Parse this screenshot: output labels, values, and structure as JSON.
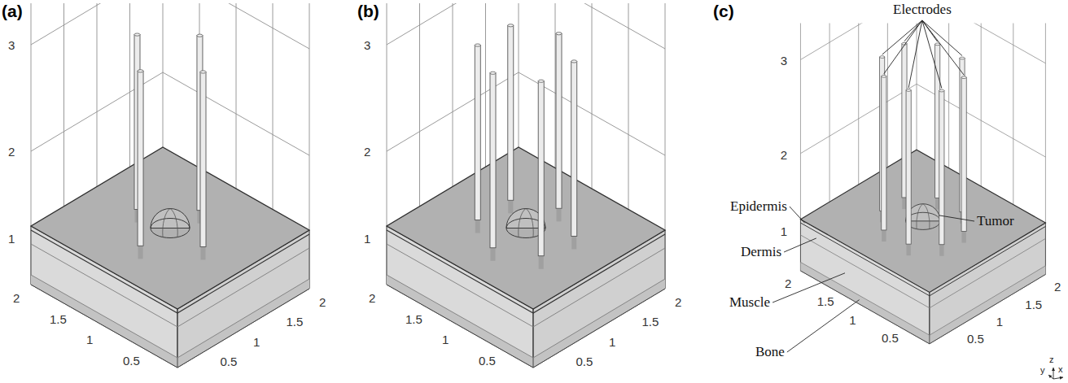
{
  "diagram": {
    "labels": [
      "(a)",
      "(b)",
      "(c)",
      "3",
      "2",
      "1",
      "2",
      "1.5",
      "1",
      "0.5",
      "0.5",
      "1",
      "1.5",
      "2",
      "3",
      "2",
      "1",
      "2",
      "1.5",
      "1",
      "0.5",
      "0.5",
      "1",
      "1.5",
      "2",
      "3",
      "2",
      "1",
      "2",
      "1.5",
      "1",
      "0.5",
      "0.5",
      "1",
      "1.5",
      "2",
      "Electrodes",
      "Epidermis",
      "Dermis",
      "Muscle",
      "Bone",
      "Tumor",
      "y",
      "z",
      "x"
    ]
  }
}
